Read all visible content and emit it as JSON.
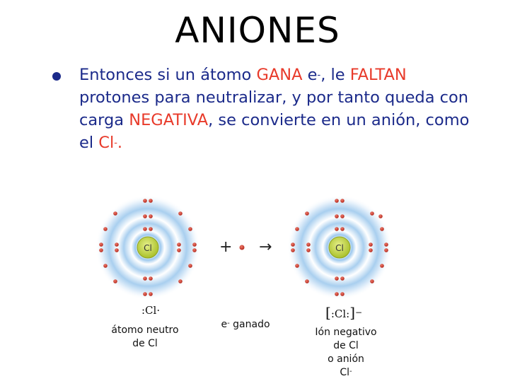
{
  "slide": {
    "title": "ANIONES",
    "bullet": {
      "p1": "Entonces si un átomo ",
      "gana": "GANA",
      "p2": " e",
      "sup1": "-",
      "p3": ", le ",
      "faltan": "FALTAN",
      "p4": " protones para neutralizar, y por tanto queda con carga ",
      "negativa": "NEGATIVA",
      "p5": ", se convierte en un anión, como el ",
      "cl": "Cl",
      "sup2": "-",
      "p6": "."
    }
  },
  "figure": {
    "atom_symbol": "Cl",
    "plus_sign": "+",
    "arrow": "→",
    "left_lewis": ":Cl·",
    "right_lewis": ":Cl:",
    "right_charge": "−",
    "left_caption": [
      "átomo neutro",
      "de Cl"
    ],
    "middle_caption_pre": "e",
    "middle_caption_sup": "-",
    "middle_caption_post": " ganado",
    "right_caption": [
      "Ión negativo",
      "de Cl",
      "o anión"
    ],
    "right_caption_last": "Cl",
    "right_caption_last_sup": "-",
    "colors": {
      "accent_red": "#e83a2a",
      "text_blue": "#1b2a8a",
      "nucleus": "#c7da3a",
      "electron": "#c8372a",
      "shell_blue": "#6aa7dc"
    }
  }
}
